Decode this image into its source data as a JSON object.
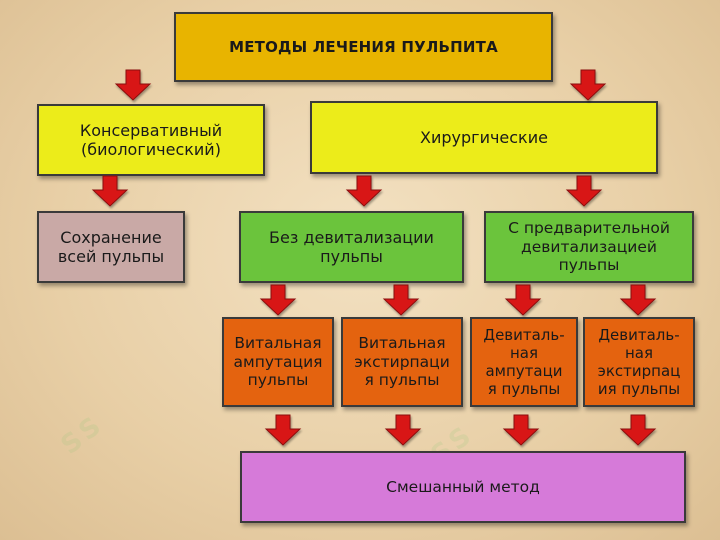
{
  "diagram": {
    "title": "МЕТОДЫ ЛЕЧЕНИЯ ПУЛЬПИТА",
    "conservative": "Консервативный\n(биологический)",
    "surgical": "Хирургические",
    "preservation": "Сохранение\nвсей пульпы",
    "without_devitalization": "Без девитализации\nпульпы",
    "with_devitalization": "С предварительной\nдевитализацией\nпульпы",
    "vital_amputation": "Витальная\nампутация\nпульпы",
    "vital_extirpation": "Витальная\nэкстирпаци\nя пульпы",
    "devital_amputation": "Девиталь-\nная\nампутаци\nя пульпы",
    "devital_extirpation": "Девиталь-\nная\nэкстирпац\nия пульпы",
    "combined": "Смешанный метод"
  },
  "colors": {
    "title_fill": "#e8b400",
    "level1_fill": "#ecec1a",
    "level2_fill": "#6bc43c",
    "level3_fill": "#e4630f",
    "preservation_fill": "#c9a9a6",
    "combined_fill": "#d67ad9",
    "arrow_fill": "#d81818"
  }
}
